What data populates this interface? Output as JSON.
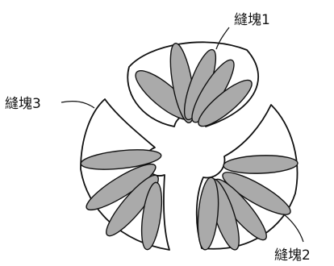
{
  "labels": {
    "cluster1": "縫塊1",
    "cluster2": "縫塊2",
    "cluster3": "縫塊3"
  },
  "colors": {
    "petal_fill": "#aaaaaa",
    "line": "#111111",
    "background": "#ffffff"
  }
}
